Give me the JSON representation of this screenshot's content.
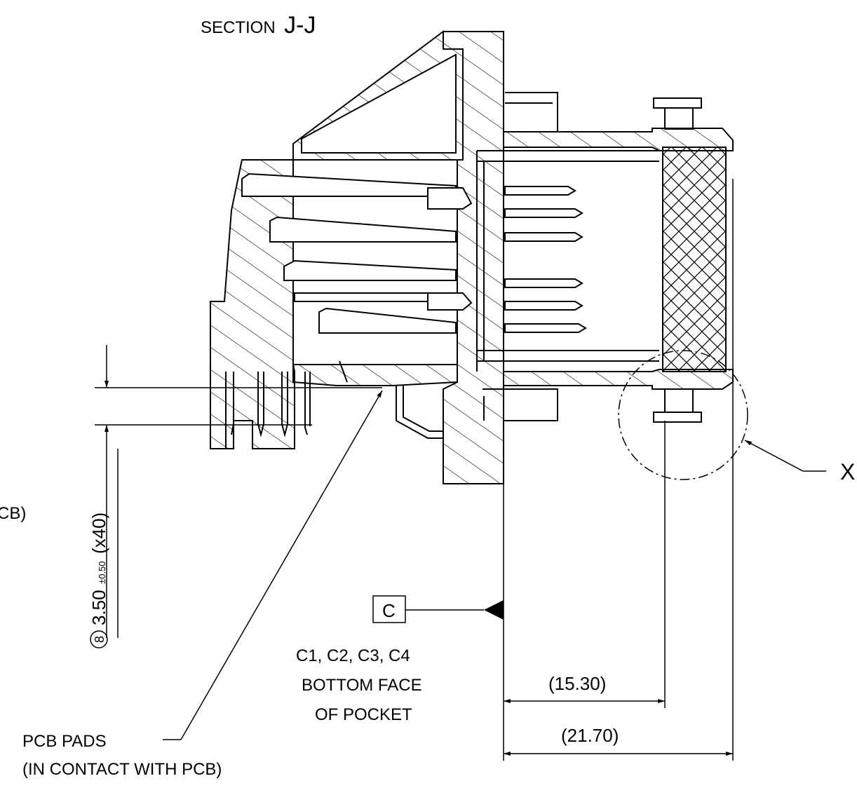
{
  "section": {
    "prefix": "SECTION",
    "name": "J-J"
  },
  "left_clip_label": "CB)",
  "dim_vertical": {
    "circle_no": "8",
    "value": "3.50",
    "tol": "±0.50",
    "count": "(x40)"
  },
  "datum": {
    "letter": "C",
    "note_line1": "C1, C2, C3, C4",
    "note_line2": "BOTTOM FACE",
    "note_line3": "OF POCKET"
  },
  "dim_15": "(15.30)",
  "dim_21": "(21.70)",
  "pcb_note": {
    "line1": "PCB PADS",
    "line2": "(IN CONTACT WITH PCB)"
  },
  "detail_label": "X",
  "colors": {
    "ink": "#000000",
    "paper": "#ffffff"
  }
}
